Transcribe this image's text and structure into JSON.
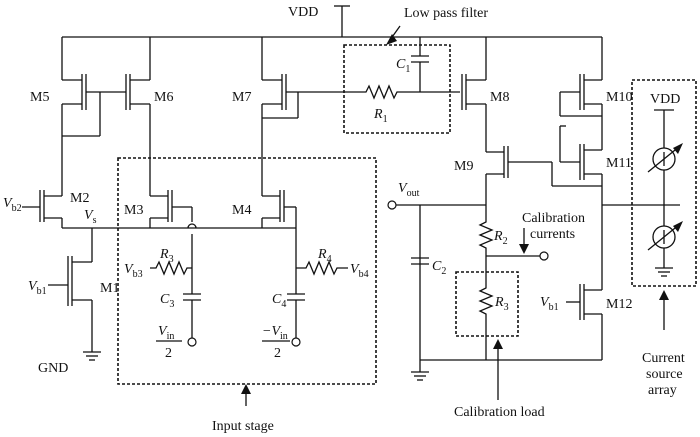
{
  "title": "",
  "rails": {
    "vdd": "VDD",
    "gnd": "GND"
  },
  "transistors": {
    "m1": "M1",
    "m2": "M2",
    "m3": "M3",
    "m4": "M4",
    "m5": "M5",
    "m6": "M6",
    "m7": "M7",
    "m8": "M8",
    "m9": "M9",
    "m10": "M10",
    "m11": "M11",
    "m12": "M12"
  },
  "bias": {
    "vb1": "V",
    "vb1_sub": "b1",
    "vb2": "V",
    "vb2_sub": "b2",
    "vb3": "V",
    "vb3_sub": "b3",
    "vb4": "V",
    "vb4_sub": "b4",
    "vb1_m12": "V",
    "vb1_m12_sub": "b1"
  },
  "nodes": {
    "vs": "V",
    "vs_sub": "s",
    "vout": "V",
    "vout_sub": "out"
  },
  "passives": {
    "r1": "R",
    "r1_sub": "1",
    "r2": "R",
    "r2_sub": "2",
    "r3": "R",
    "r3_sub": "3",
    "r3_in": "R",
    "r3_in_sub": "3",
    "r4": "R",
    "r4_sub": "4",
    "c1": "C",
    "c1_sub": "1",
    "c2": "C",
    "c2_sub": "2",
    "c3": "C",
    "c3_sub": "3",
    "c4": "C",
    "c4_sub": "4"
  },
  "inputs": {
    "vin_pos_num": "V",
    "vin_pos_sub": "in",
    "vin_neg_num": "−V",
    "vin_neg_sub": "in",
    "den": "2"
  },
  "annotations": {
    "low_pass_filter": "Low pass filter",
    "input_stage": "Input stage",
    "calibration_load": "Calibration load",
    "calibration_currents_1": "Calibration",
    "calibration_currents_2": "currents",
    "current_source_array_1": "Current",
    "current_source_array_2": "source",
    "current_source_array_3": "array",
    "array_vdd": "VDD"
  }
}
